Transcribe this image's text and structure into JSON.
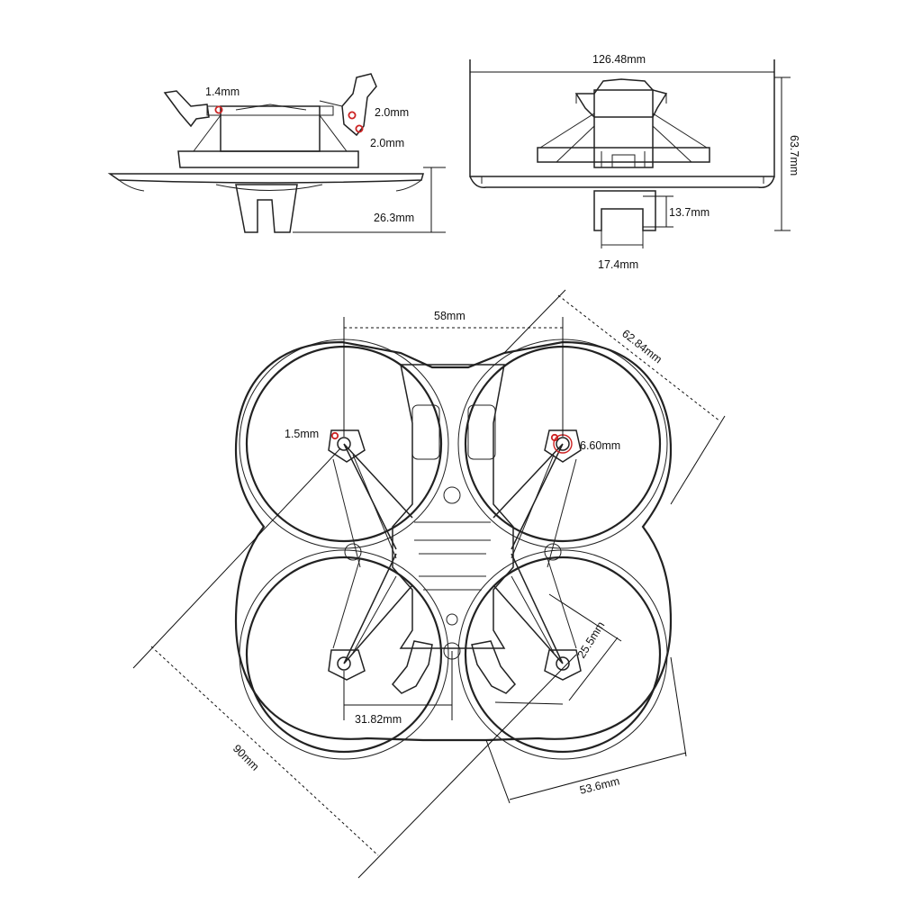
{
  "side_view": {
    "hole_top": "1.4mm",
    "hole_right_1": "2.0mm",
    "hole_right_2": "2.0mm",
    "height": "26.3mm"
  },
  "front_view": {
    "width": "126.48mm",
    "height": "63.7mm",
    "mount_height": "13.7mm",
    "mount_width": "17.4mm"
  },
  "top_view": {
    "motor_spacing": "58mm",
    "diagonal_ne": "62.84mm",
    "hole_left": "1.5mm",
    "hole_right": "6.60mm",
    "prop_offset": "25.5mm",
    "bottom_spacing": "31.82mm",
    "diagonal_sw": "90mm",
    "diagonal_se": "53.6mm"
  },
  "colors": {
    "line": "#222222",
    "accent": "#cc2222"
  }
}
